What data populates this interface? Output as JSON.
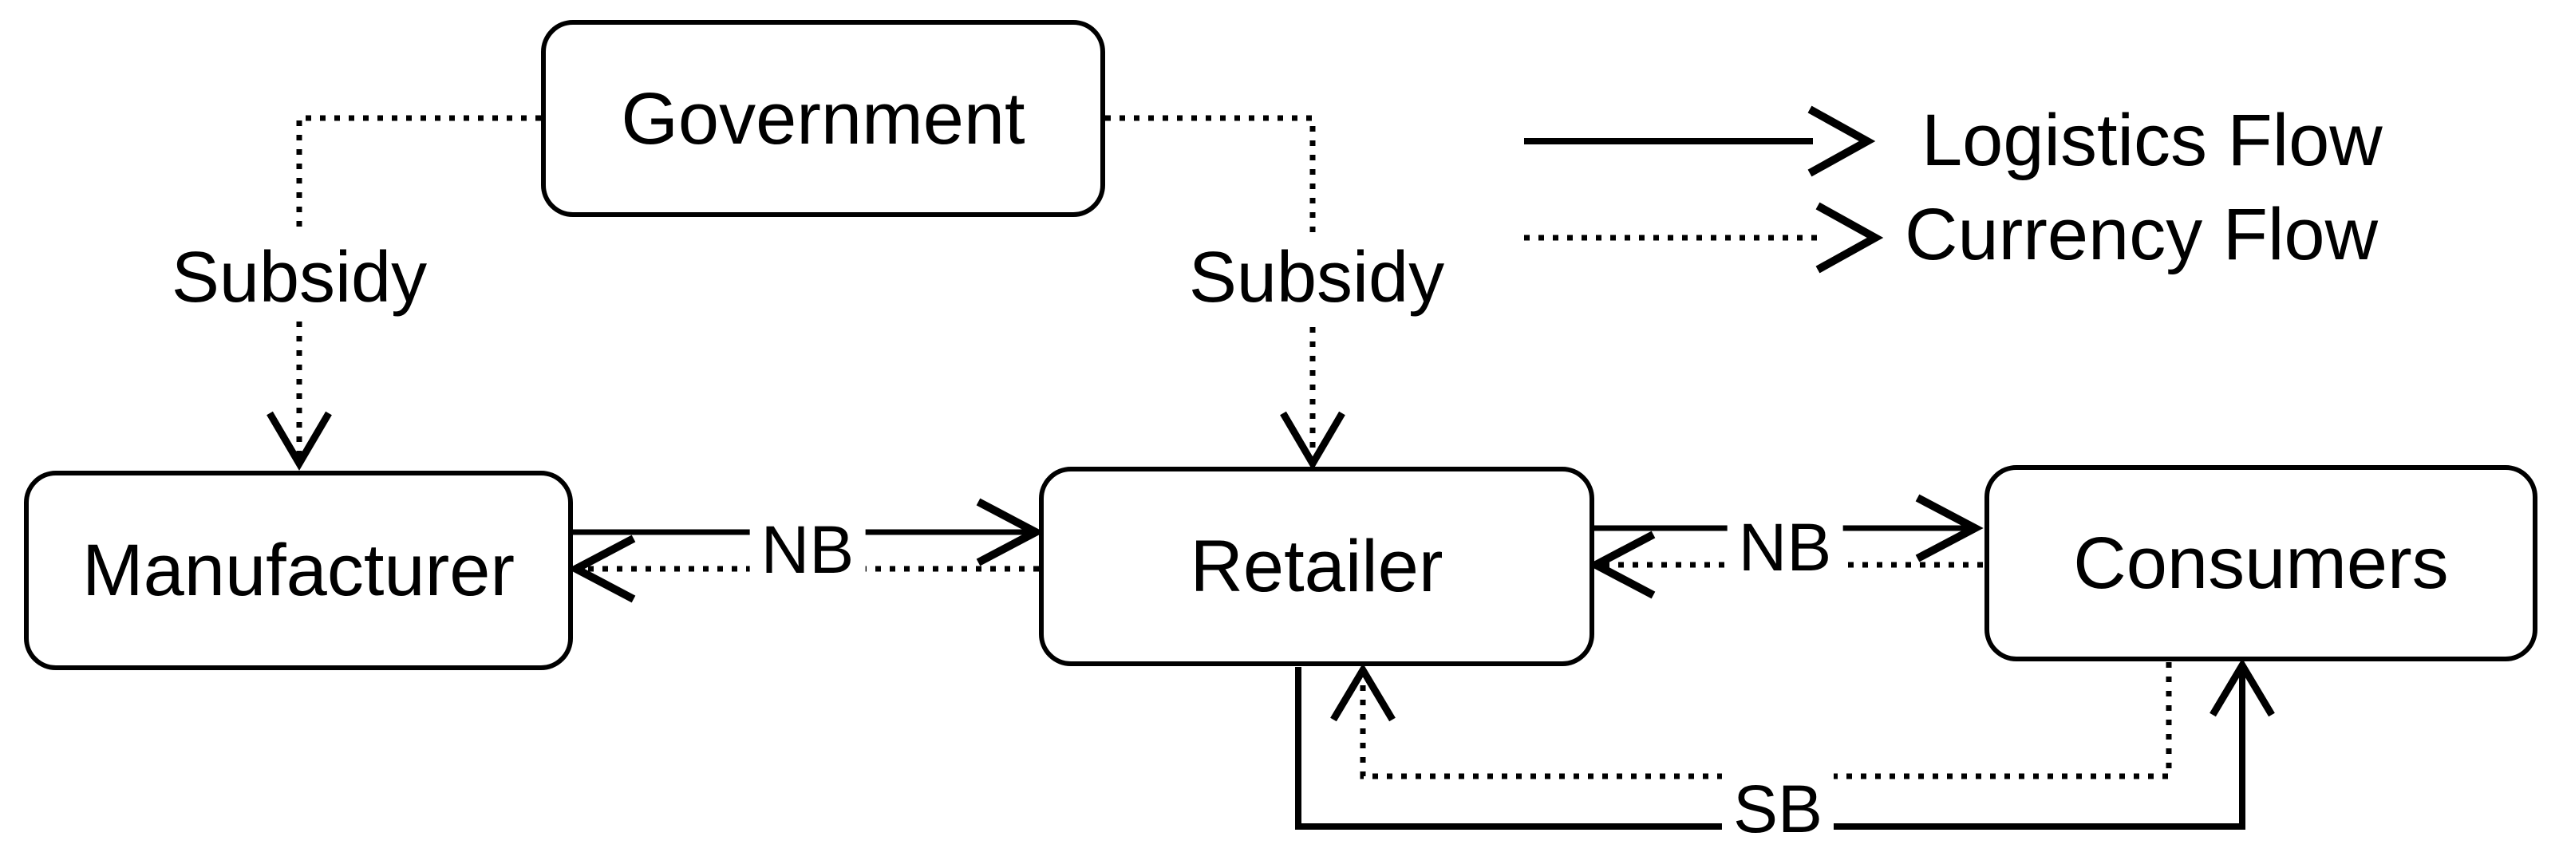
{
  "diagram": {
    "type": "flow-diagram",
    "description": "Dual-channel supply chain with government subsidy: logistics and currency flows"
  },
  "nodes": {
    "government": {
      "label": "Government"
    },
    "manufacturer": {
      "label": "Manufacturer"
    },
    "retailer": {
      "label": "Retailer"
    },
    "consumers": {
      "label": "Consumers"
    }
  },
  "edges": {
    "subsidy_to_manufacturer": {
      "label": "Subsidy",
      "from": "Government",
      "to": "Manufacturer",
      "flow": "currency"
    },
    "subsidy_to_retailer": {
      "label": "Subsidy",
      "from": "Government",
      "to": "Retailer",
      "flow": "currency"
    },
    "nb_manufacturer_retailer": {
      "label": "NB",
      "logistics": "Manufacturer to Retailer",
      "currency": "Retailer to Manufacturer"
    },
    "nb_retailer_consumers": {
      "label": "NB",
      "logistics": "Retailer to Consumers",
      "currency": "Consumers to Retailer"
    },
    "sb_retailer_consumers": {
      "label": "SB",
      "logistics": "Retailer to Consumers",
      "currency": "Consumers to Retailer"
    }
  },
  "legend": {
    "items": [
      {
        "label": "Logistics Flow",
        "line_style": "solid"
      },
      {
        "label": "Currency Flow",
        "line_style": "dotted"
      }
    ]
  },
  "colors": {
    "line": "#000000",
    "background": "#ffffff"
  }
}
